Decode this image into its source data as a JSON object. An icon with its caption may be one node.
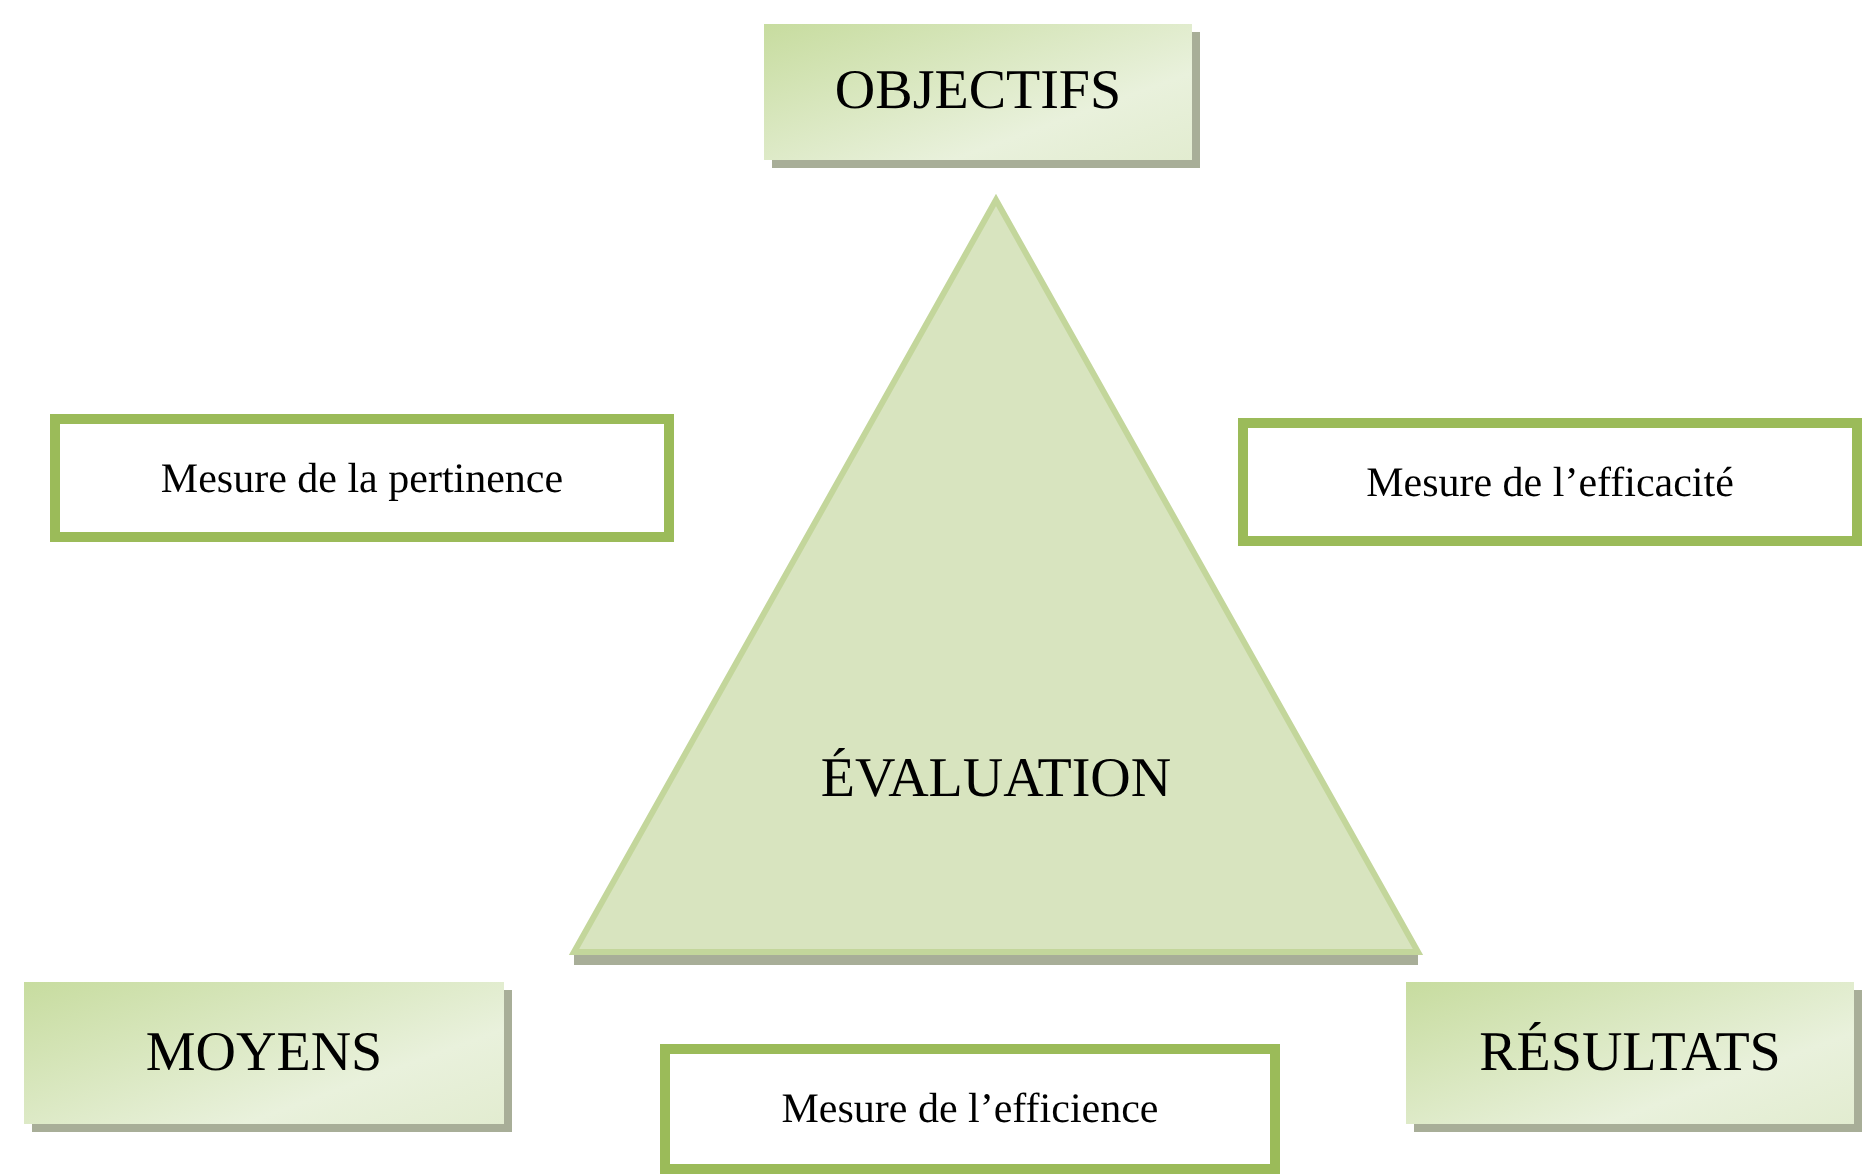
{
  "diagram": {
    "nodes": [
      {
        "text": [
          "OBJECTIFS"
        ]
      },
      {
        "text": [
          "Mesure de la pertinence"
        ]
      },
      {
        "text": [
          "Mesure de l’efficacité"
        ]
      },
      {
        "text": [
          "ÉVALUATION"
        ]
      },
      {
        "text": [
          "MOYENS"
        ]
      },
      {
        "text": [
          "Mesure de l’efficience"
        ]
      },
      {
        "text": [
          "RÉSULTATS"
        ]
      }
    ]
  }
}
